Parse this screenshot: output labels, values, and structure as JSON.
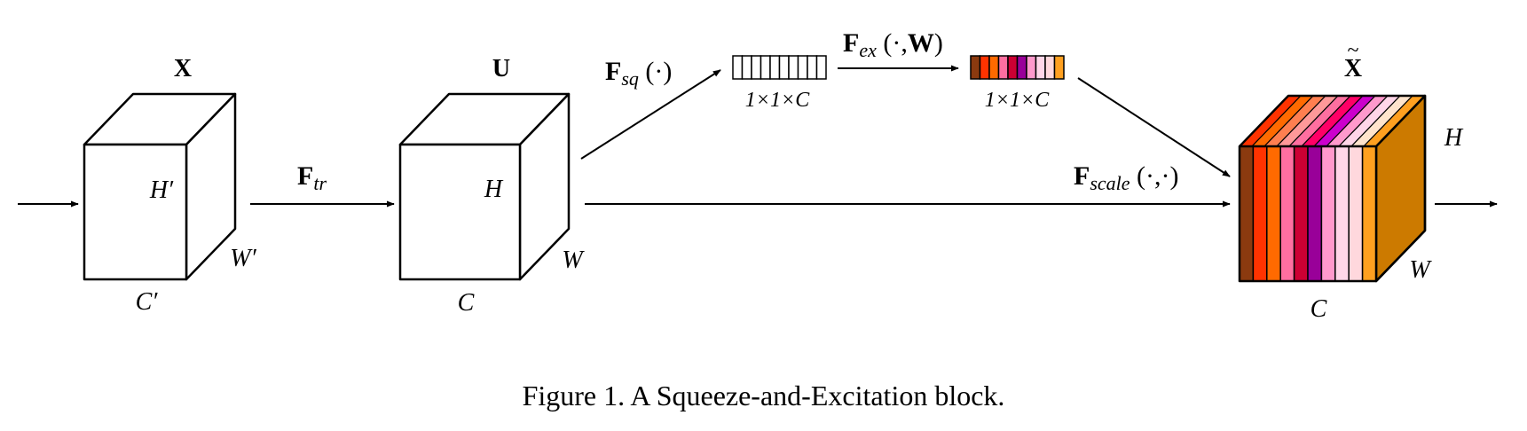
{
  "tensors": {
    "x": {
      "name": "X",
      "height": "H′",
      "width": "W′",
      "channels": "C′"
    },
    "u": {
      "name": "U",
      "height": "H",
      "width": "W",
      "channels": "C"
    },
    "x_tilde": {
      "name": "X",
      "height": "H",
      "width": "W",
      "channels": "C"
    }
  },
  "operations": {
    "transform": {
      "symbol": "F",
      "subscript": "tr"
    },
    "squeeze": {
      "symbol": "F",
      "subscript": "sq",
      "args": " (·)"
    },
    "excitation": {
      "symbol": "F",
      "subscript": "ex",
      "args_pre": " (·,",
      "args_bold": "W",
      "args_post": ")"
    },
    "scale": {
      "symbol": "F",
      "subscript": "scale",
      "args": " (·,·)"
    }
  },
  "vectors": {
    "squeezed": {
      "label": "1×1×C",
      "cells": 10
    },
    "excited": {
      "label": "1×1×C"
    }
  },
  "colors": {
    "excited_cells": [
      "#8B3A0F",
      "#FF3300",
      "#FF6A00",
      "#FF6FA0",
      "#CC0033",
      "#990099",
      "#FF99CC",
      "#FFD6E8",
      "#FFD8DD",
      "#FFA020"
    ],
    "output_front_slices": [
      "#8B3A0F",
      "#FF3300",
      "#FF6A00",
      "#FF6FA0",
      "#CC0033",
      "#990099",
      "#FF99CC",
      "#FFD6E8",
      "#FFD8DD",
      "#FFA020"
    ],
    "output_top_slices": [
      "#FF3300",
      "#FF6A00",
      "#FF7F50",
      "#FF9999",
      "#FF6FA0",
      "#FF0066",
      "#CC00CC",
      "#FF99CC",
      "#FFD6E8",
      "#FFE4CC",
      "#FFA020"
    ],
    "output_side": "#CC7A00",
    "stroke": "#000000"
  },
  "caption": "Figure 1. A Squeeze-and-Excitation block."
}
